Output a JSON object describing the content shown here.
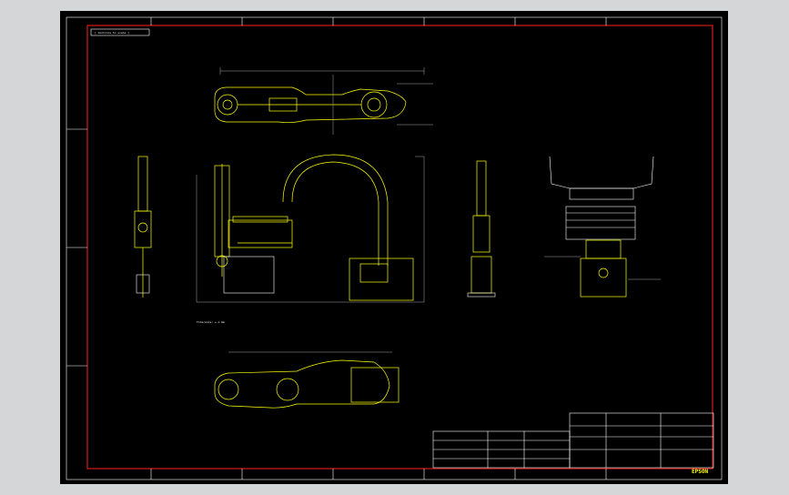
{
  "colors": {
    "background": "#000000",
    "border": "#d61c1c",
    "drawing": "#ffff00",
    "annotation": "#ffffff",
    "window": "#d4d6d8"
  },
  "sheet": {
    "title_tag": "[ Controls to scale ]",
    "logo": "EPSON",
    "note_bottom": "Tolerance: +-1 mm"
  }
}
